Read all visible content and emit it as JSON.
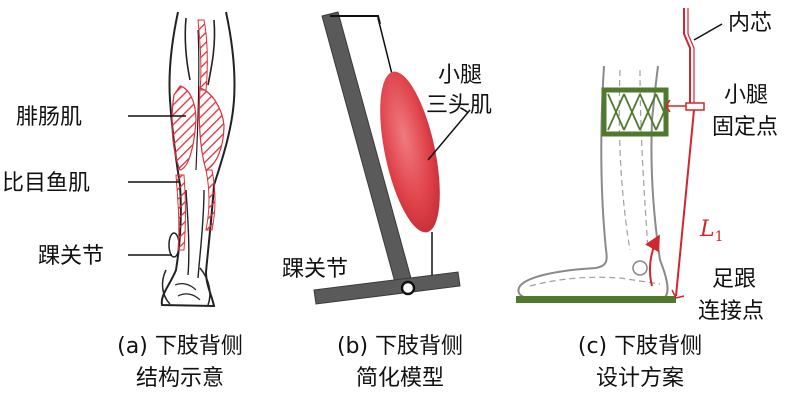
{
  "panel_a": {
    "labels": {
      "gastrocnemius": "腓肠肌",
      "soleus": "比目鱼肌",
      "ankle": "踝关节"
    },
    "caption": {
      "line1": "(a) 下肢背侧",
      "line2": "结构示意"
    }
  },
  "panel_b": {
    "labels": {
      "triceps_line1": "小腿",
      "triceps_line2": "三头肌",
      "ankle": "踝关节"
    },
    "caption": {
      "line1": "(b) 下肢背侧",
      "line2": "简化模型"
    }
  },
  "panel_c": {
    "labels": {
      "core": "内芯",
      "calf_fix_line1": "小腿",
      "calf_fix_line2": "固定点",
      "length_symbol": "L",
      "length_subscript": "1",
      "heel_line1": "足跟",
      "heel_line2": "连接点"
    },
    "caption": {
      "line1": "(c) 下肢背侧",
      "line2": "设计方案"
    }
  },
  "colors": {
    "muscle_red": "#e0424a",
    "hatch_red": "#e0303a",
    "tendon_red": "#d1262e",
    "frame_gray": "#5a5a5a",
    "band_green": "#4f7a2e",
    "outline_gray": "#8a8a8a"
  }
}
